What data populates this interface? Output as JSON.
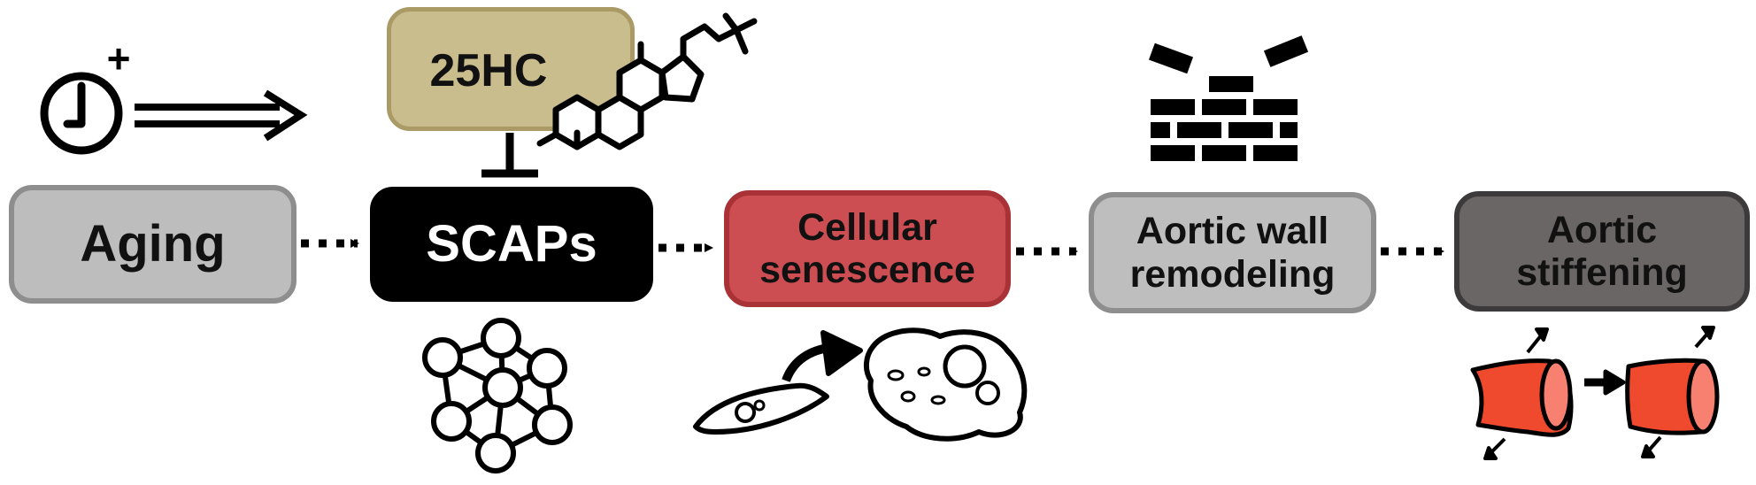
{
  "inhibitor": {
    "label": "25HC"
  },
  "stages": [
    {
      "id": "aging",
      "lines": [
        "Aging"
      ]
    },
    {
      "id": "scaps",
      "lines": [
        "SCAPs"
      ]
    },
    {
      "id": "senescence",
      "lines": [
        "Cellular",
        "senescence"
      ]
    },
    {
      "id": "remodeling",
      "lines": [
        "Aortic wall",
        "remodeling"
      ]
    },
    {
      "id": "stiffening",
      "lines": [
        "Aortic",
        "stiffening"
      ]
    }
  ],
  "clock": {
    "badge": "+"
  },
  "colors": {
    "aging_fill": "#bdbdbd",
    "scaps_fill": "#000000",
    "senescence_fill": "#cd4e52",
    "remodeling_fill": "#bebebe",
    "stiffening_fill": "#6a6666",
    "inhibitor_fill": "#c9bc8d",
    "vessel_fill": "#f04a2e"
  },
  "icons": [
    "clock-icon",
    "double-arrow-icon",
    "sterol-molecule-icon",
    "inhibition-bar-icon",
    "network-icon",
    "cell-transition-icon",
    "brick-wall-icon",
    "vessel-stiffening-icon"
  ]
}
